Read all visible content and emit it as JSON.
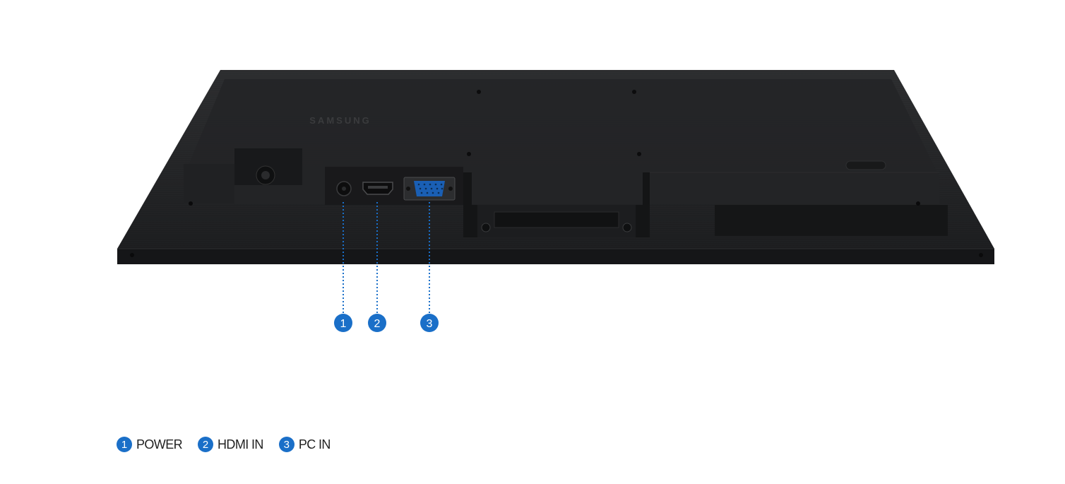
{
  "monitor": {
    "brand_logo": "SAMSUNG",
    "body_color": "#1d1e20",
    "callout_color": "#1a6fc8"
  },
  "ports": [
    {
      "number": "1",
      "label": "POWER",
      "icon": "power-jack-icon"
    },
    {
      "number": "2",
      "label": "HDMI IN",
      "icon": "hdmi-port-icon"
    },
    {
      "number": "3",
      "label": "PC IN",
      "icon": "vga-port-icon"
    }
  ]
}
